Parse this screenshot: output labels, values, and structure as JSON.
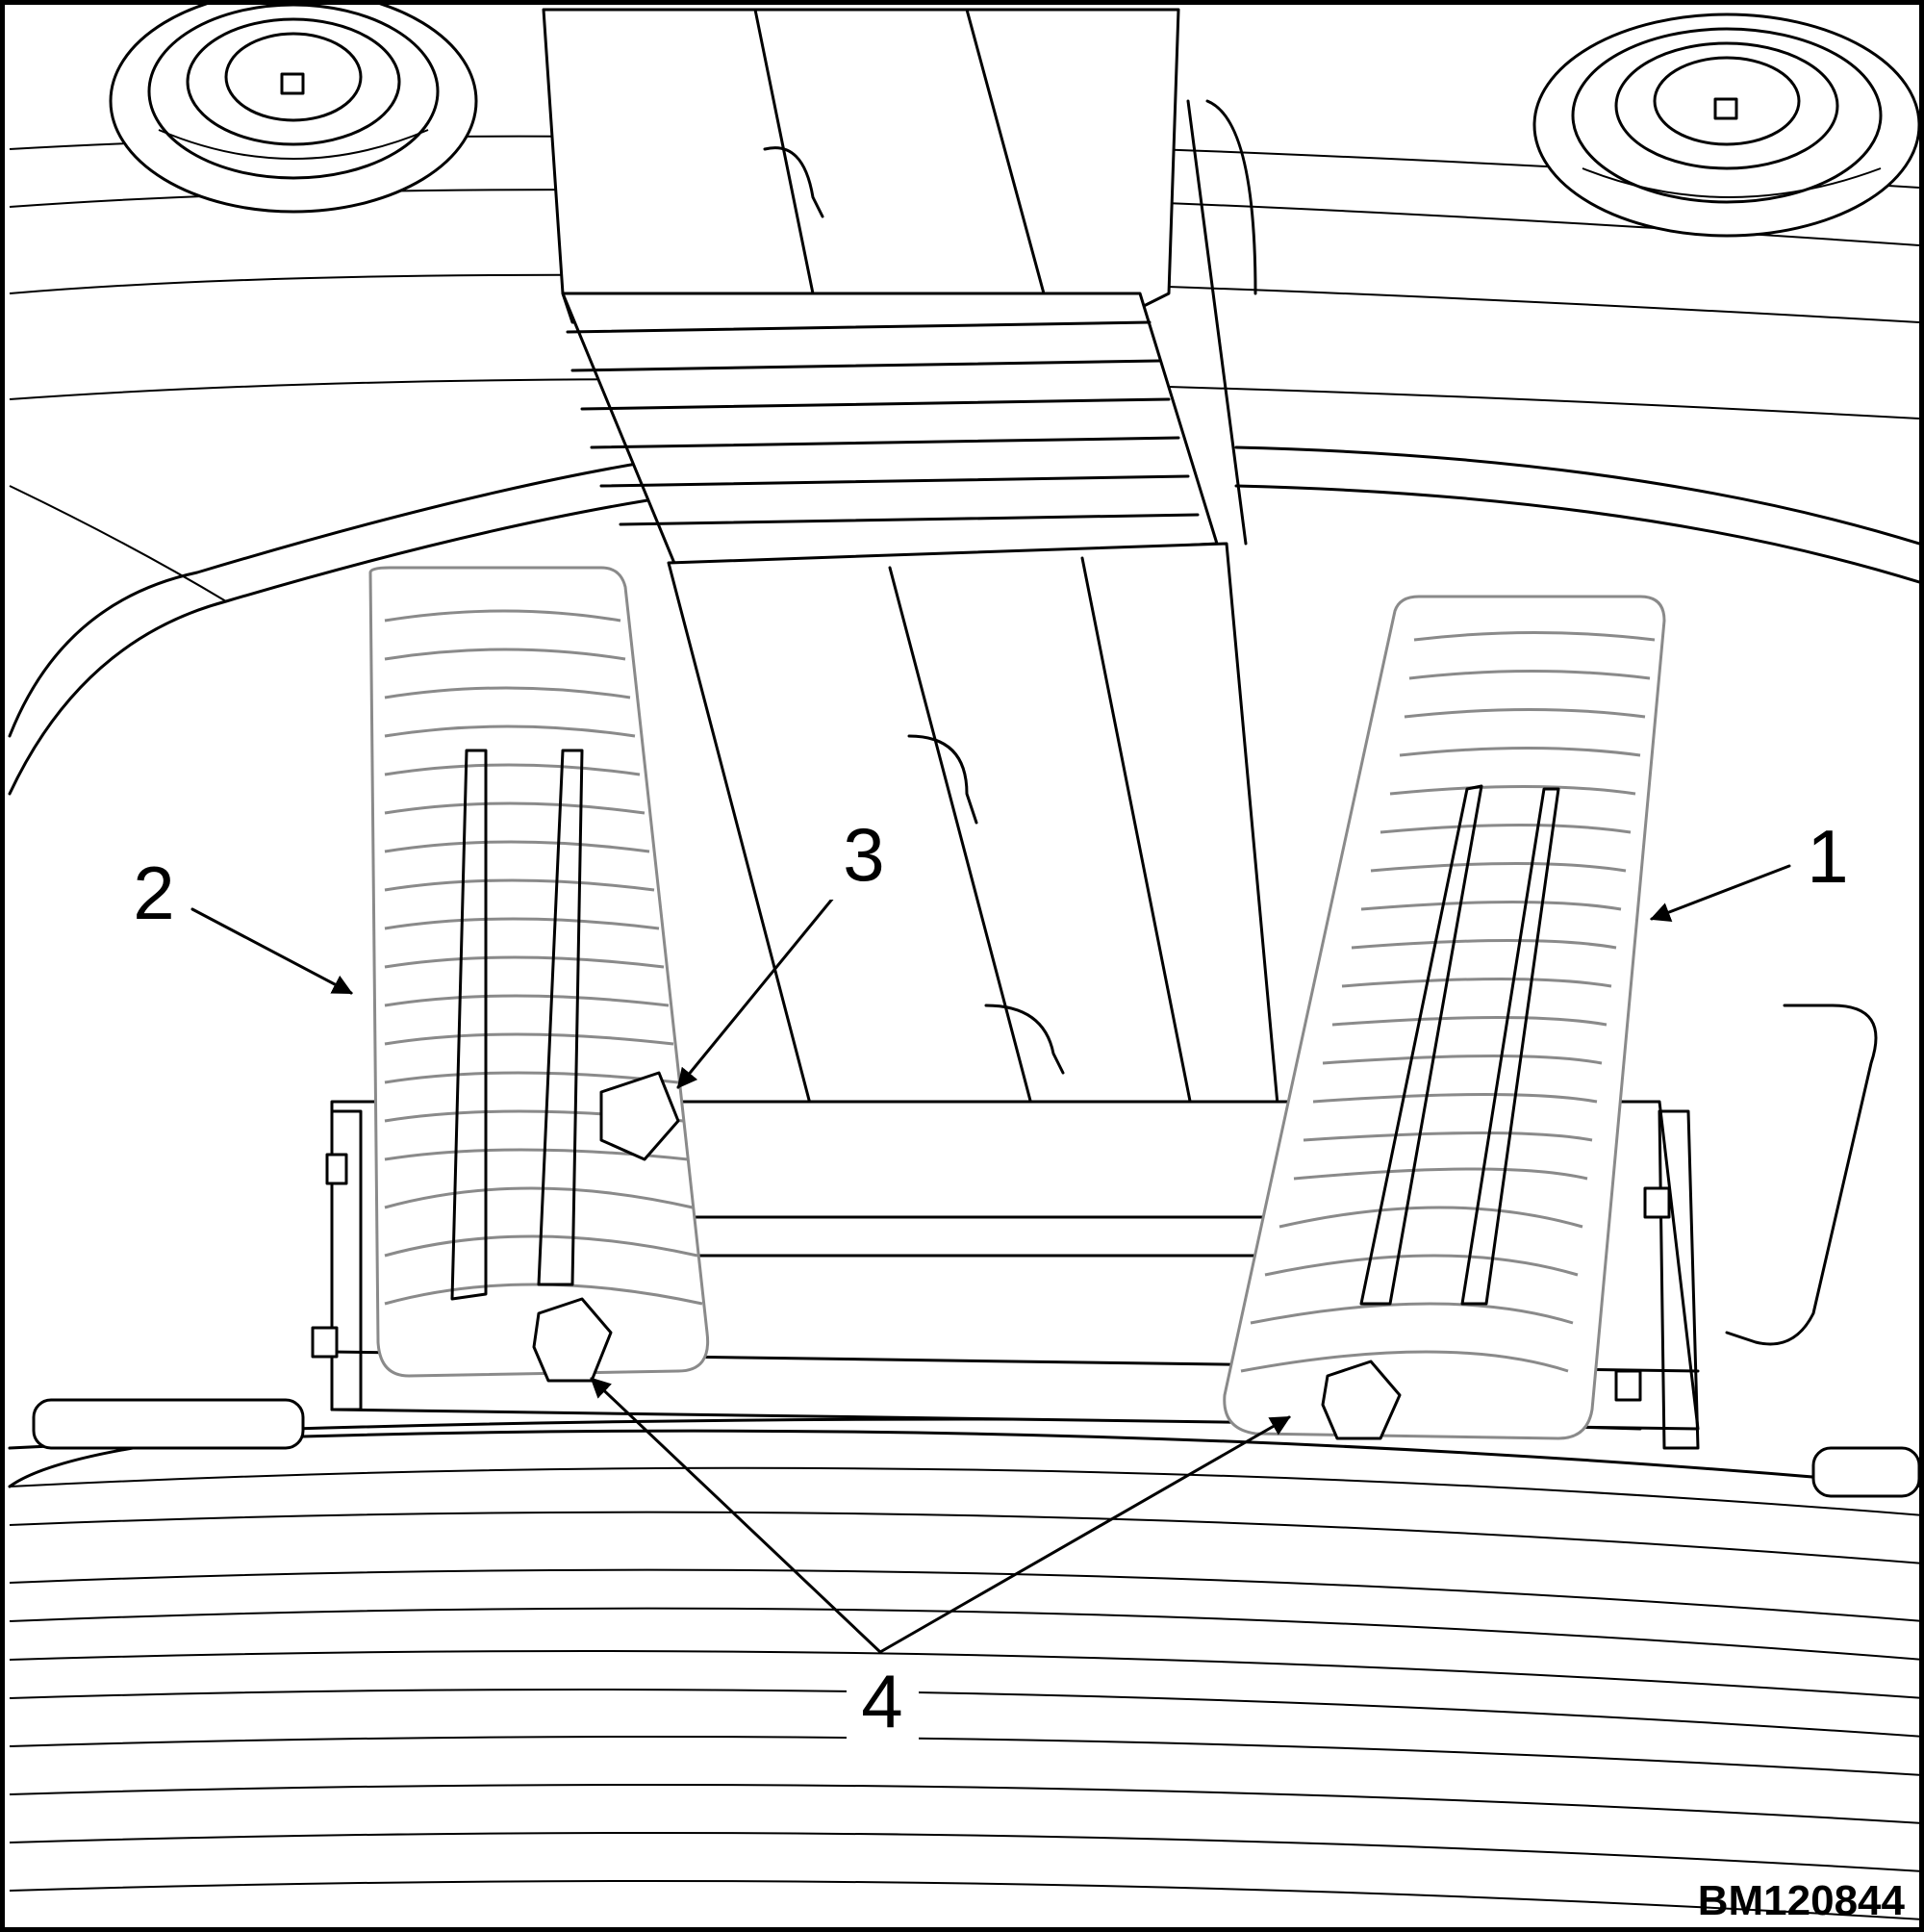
{
  "figure": {
    "id": "BM120844"
  },
  "callouts": [
    {
      "key": "c1",
      "number": "1"
    },
    {
      "key": "c2",
      "number": "2"
    },
    {
      "key": "c3",
      "number": "3"
    },
    {
      "key": "c4",
      "number": "4"
    }
  ],
  "colors": {
    "line": "#000000",
    "pedal_outline": "#8a8a8a",
    "background": "#ffffff"
  }
}
